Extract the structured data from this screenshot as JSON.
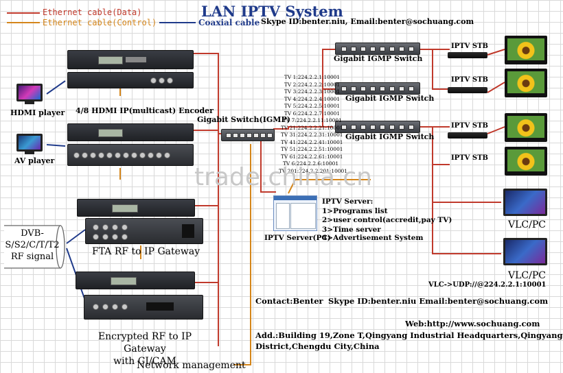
{
  "legend": {
    "data": "Ethernet cable(Data)",
    "control": "Ethernet cable(Control)",
    "coax": "Coaxial cable"
  },
  "title": "LAN IPTV System",
  "header_contact": "Skype ID:benter.niu, Email:benter@sochuang.com",
  "sources": {
    "hdmi": "HDMI player",
    "av": "AV player",
    "rf": [
      "DVB-",
      "S/S2/C/T/T2",
      "RF signal"
    ]
  },
  "devices": {
    "encoder": "4/8 HDMI IP(multicast) Encoder",
    "fta": "FTA RF to IP Gateway",
    "encrypted": [
      "Encrypted RF to IP Gateway",
      "with CI/CAM"
    ],
    "network": "Network management"
  },
  "switches": {
    "core": "Gigabit Switch(IGMP)",
    "igmp1": "Gigabit IGMP Switch",
    "igmp2": "Gigabit IGMP Switch",
    "igmp3": "Gigabit IGMP Switch"
  },
  "channels": [
    "TV 1:224.2.2.1:10001",
    "TV 2:224.2.2.2:10001",
    "TV 3:224.2.2.3:10001",
    "TV 4:224.2.2.4:10001",
    "TV 5:224.2.2.5:10001",
    "TV 6:224.2.2.7:10001",
    "TV 7:224.2.2.11:10001",
    "TV 21:224.2.2.21:10001",
    "TV 31:224.2.2.31:10001",
    "TV 41:224.2.2.41:10001",
    "TV 51:224.2.2.51:10001",
    "TV 61:224.2.2.61:10001",
    "TV 6:224.2.2.6:10001",
    "TV 201:224.2.2.201:10001"
  ],
  "server": {
    "heading": "IPTV Server:",
    "items": [
      "1>Programs list",
      "2>user control(accredit,pay TV)",
      "3>Time server",
      "4>Advertisement System"
    ],
    "label": "IPTV Server(PC)"
  },
  "clients": {
    "stb": [
      "IPTV STB",
      "IPTV STB",
      "IPTV STB",
      "IPTV STB"
    ],
    "vlc": [
      "VLC/PC",
      "VLC/PC"
    ],
    "vlc_url": "VLC->UDP://@224.2.2.1:10001"
  },
  "footer": {
    "contact": "Contact:Benter",
    "skype": "Skype ID:benter.niu Email:benter@sochuang.com",
    "web": "Web:http://www.sochuang.com",
    "address1": "Add.:Building 19,Zone T,Qingyang Industrial Headquarters,Qingyang",
    "address2": "District,Chengdu City,China"
  },
  "watermark": "trade.china.cn",
  "colors": {
    "data_cable": "#c0392b",
    "control_cable": "#d4851a",
    "coax_cable": "#1f3a8a",
    "title": "#1f3a8a"
  }
}
